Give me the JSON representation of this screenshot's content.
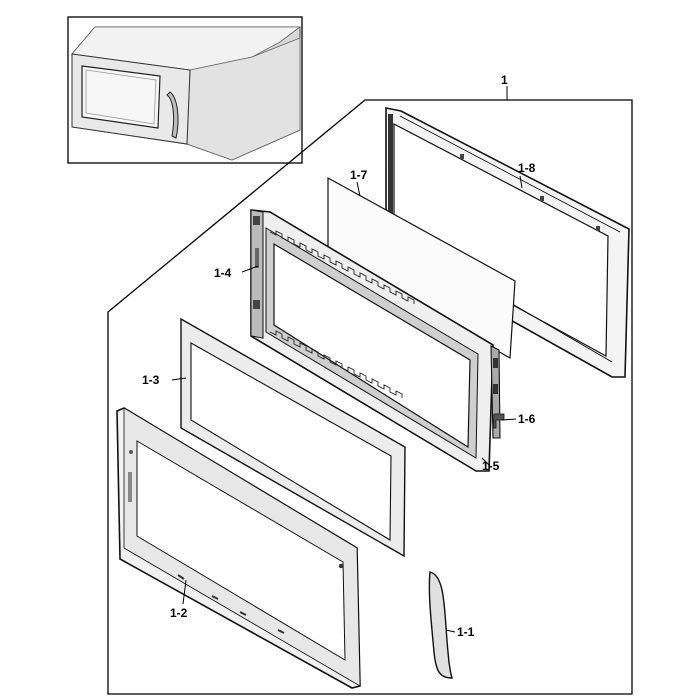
{
  "diagram": {
    "assembly_label": "1",
    "parts": [
      {
        "id": "p1-1",
        "label": "1-1"
      },
      {
        "id": "p1-2",
        "label": "1-2"
      },
      {
        "id": "p1-3",
        "label": "1-3"
      },
      {
        "id": "p1-4",
        "label": "1-4"
      },
      {
        "id": "p1-5",
        "label": "1-5"
      },
      {
        "id": "p1-6",
        "label": "1-6"
      },
      {
        "id": "p1-7",
        "label": "1-7"
      },
      {
        "id": "p1-8",
        "label": "1-8"
      }
    ]
  }
}
